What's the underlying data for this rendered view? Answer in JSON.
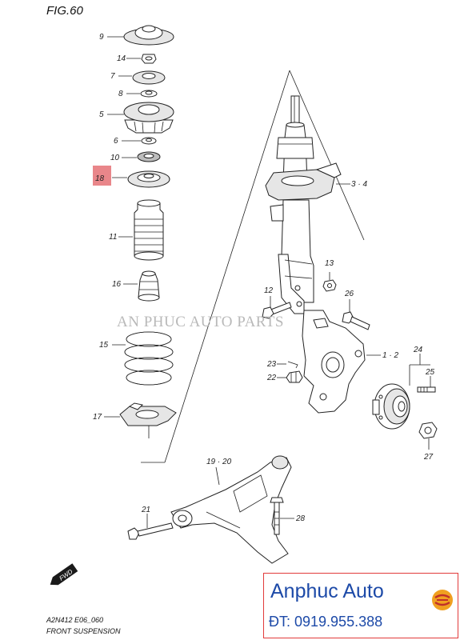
{
  "figure_title": "FIG.60",
  "watermark": "AN PHUC AUTO PARTS",
  "footer": {
    "code": "A2N412 E06_060",
    "section": "FRONT SUSPENSION"
  },
  "direction_badge": "FWD",
  "part_labels": {
    "p9": "9",
    "p14": "14",
    "p7": "7",
    "p8": "8",
    "p5": "5",
    "p6": "6",
    "p10": "10",
    "p18": "18",
    "p11": "11",
    "p16": "16",
    "p15": "15",
    "p17": "17",
    "p34": "3 · 4",
    "p13": "13",
    "p12": "12",
    "p26": "26",
    "p12b": "1 · 2",
    "p23": "23",
    "p22": "22",
    "p24": "24",
    "p25": "25",
    "p27": "27",
    "p1920": "19 · 20",
    "p21": "21",
    "p28": "28"
  },
  "highlighted_part": "18",
  "branding": {
    "name": "Anphuc Auto",
    "phone": "ĐT: 0919.955.388",
    "logo_icon": "brand-logo-icon",
    "border_color": "#e23b3b",
    "text_color": "#1d4aa8",
    "logo_color": "#f0a020"
  },
  "colors": {
    "highlight": "#e9868a"
  }
}
